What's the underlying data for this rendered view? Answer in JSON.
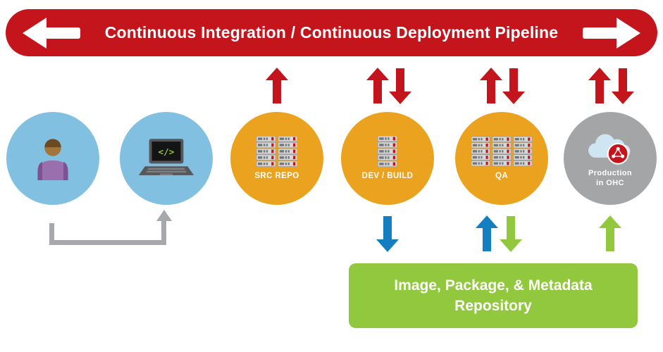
{
  "banner": {
    "title": "Continuous Integration / Continuous Deployment Pipeline",
    "left_arrow_icon": "arrow-left-icon",
    "right_arrow_icon": "arrow-right-icon"
  },
  "nodes": {
    "developer": {
      "icon": "person-icon"
    },
    "workstation": {
      "icon": "laptop-code-icon",
      "screen_text": "</>"
    },
    "src_repo": {
      "icon": "server-stack-icon",
      "label": "SRC REPO"
    },
    "dev_build": {
      "icon": "server-stack-icon",
      "label": "DEV / BUILD"
    },
    "qa": {
      "icon": "server-stack-icon",
      "label": "QA"
    },
    "production": {
      "icon": "cloud-openshift-icon",
      "label_line1": "Production",
      "label_line2": "in OHC"
    }
  },
  "flows": {
    "top_arrows": [
      {
        "node": "src_repo",
        "direction": "up",
        "color": "red"
      },
      {
        "node": "dev_build",
        "direction": "up",
        "color": "red"
      },
      {
        "node": "dev_build",
        "direction": "down",
        "color": "red"
      },
      {
        "node": "qa",
        "direction": "up",
        "color": "red"
      },
      {
        "node": "qa",
        "direction": "down",
        "color": "red"
      },
      {
        "node": "production",
        "direction": "up",
        "color": "red"
      },
      {
        "node": "production",
        "direction": "down",
        "color": "red"
      }
    ],
    "bottom_arrows": [
      {
        "node": "dev_build",
        "direction": "down",
        "color": "blue"
      },
      {
        "node": "qa",
        "direction": "up",
        "color": "blue"
      },
      {
        "node": "qa",
        "direction": "down",
        "color": "green"
      },
      {
        "node": "production",
        "direction": "up",
        "color": "green"
      }
    ],
    "connector": {
      "from": "developer",
      "to": "workstation",
      "color": "gray"
    }
  },
  "repository_box": {
    "line1": "Image, Package, & Metadata",
    "line2": "Repository"
  },
  "colors": {
    "red": "#c3151b",
    "orange": "#eba31f",
    "blue_circle": "#82c0e2",
    "gray_circle": "#a3a5a7",
    "green": "#92c83d",
    "blue_arrow": "#147fc0",
    "gray_arrow": "#a6a8ab",
    "cloud": "#cfe6f2",
    "white": "#ffffff"
  }
}
